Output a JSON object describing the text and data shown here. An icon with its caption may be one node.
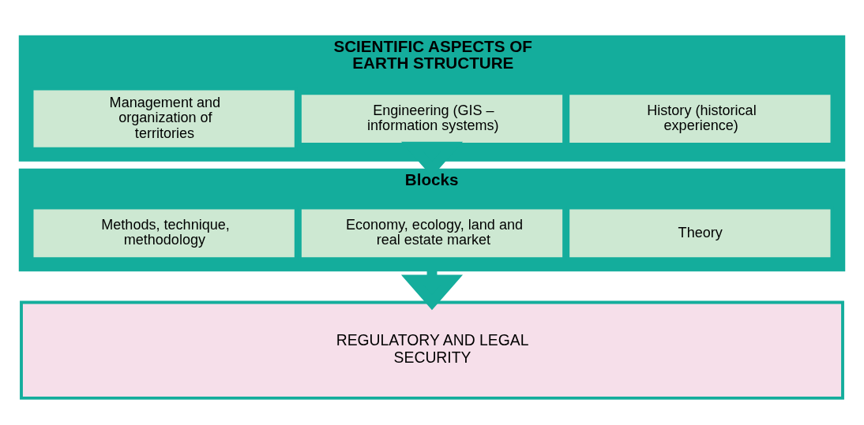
{
  "diagram": {
    "nodes": [
      {
        "text": [
          "SCIENTIFIC ASPECTS OF EARTH STRUCTURE"
        ]
      },
      {
        "text": [
          "History (historical experience)"
        ],
        "in": 0
      },
      {
        "text": [
          "Engineering (GIS – information systems)"
        ],
        "in": 0
      },
      {
        "text": [
          "Management and organization of territories"
        ],
        "in": 0
      },
      {
        "text": [
          "Blocks"
        ]
      },
      {
        "text": [
          "Theory"
        ],
        "in": 4
      },
      {
        "text": [
          "Economy, ecology, land and real estate market"
        ],
        "in": 4
      },
      {
        "text": [
          "Methods, technique, methodology"
        ],
        "in": 4
      },
      {
        "text": [
          "REGULATORY AND LEGAL SECURITY"
        ]
      }
    ],
    "edges": [
      {
        "from": 0,
        "to": 4,
        "arrow": "to"
      },
      {
        "from": 4,
        "to": 8,
        "arrow": "to"
      }
    ]
  }
}
